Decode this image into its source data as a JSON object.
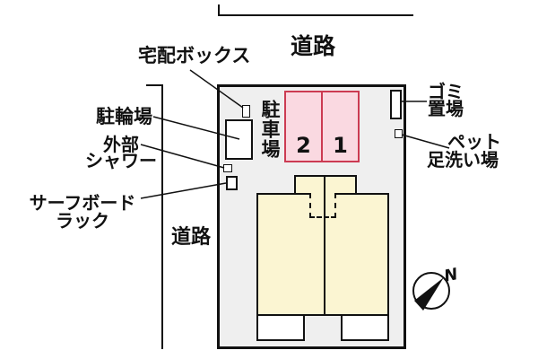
{
  "colors": {
    "site_fill": "#efefef",
    "outline": "#111111",
    "parking_fill": "#fad9e1",
    "parking_border": "#cc3b52",
    "building_fill": "#fbf5d2",
    "marker_fill": "#ffffff",
    "page_bg": "#ffffff"
  },
  "roads": {
    "top": "道路",
    "left": "道路"
  },
  "parking": {
    "label": "駐車場",
    "spaces": [
      {
        "number": "2"
      },
      {
        "number": "1"
      }
    ]
  },
  "facilities": {
    "delivery_box": "宅配ボックス",
    "bicycle_parking": "駐輪場",
    "outdoor_shower": {
      "line1": "外部",
      "line2": "シャワー"
    },
    "surfboard_rack": {
      "line1": "サーフボード",
      "line2": "ラック"
    },
    "garbage_area": {
      "line1": "ゴミ",
      "line2": "置場"
    },
    "pet_foot_wash": {
      "line1": "ペット",
      "line2": "足洗い場"
    }
  },
  "compass": {
    "north_label": "N"
  }
}
